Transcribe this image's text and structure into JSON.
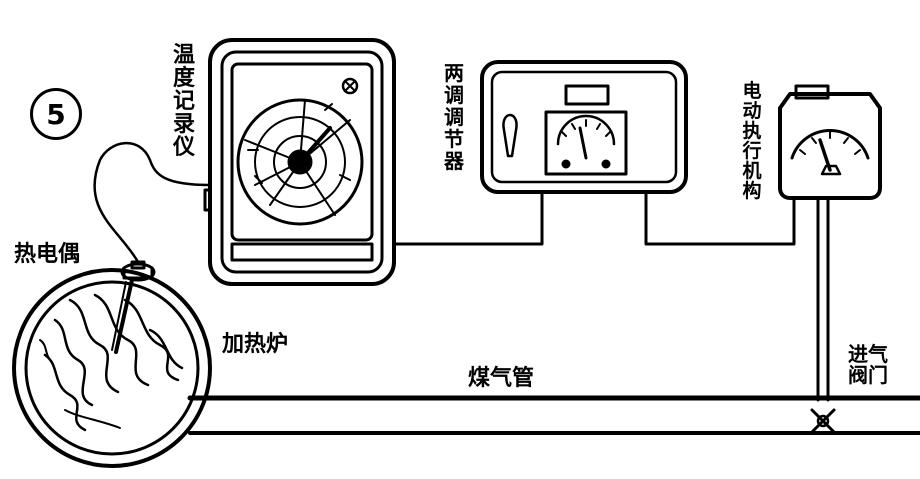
{
  "figure_number": "5",
  "labels": {
    "recorder": "温度记录仪",
    "regulator": "两调调节器",
    "actuator": "电动执行机构",
    "thermocouple": "热电偶",
    "furnace": "加热炉",
    "gas_pipe": "煤气管",
    "gas_valve": "进气阀门"
  },
  "colors": {
    "ink": "#000000",
    "paper": "#ffffff"
  }
}
